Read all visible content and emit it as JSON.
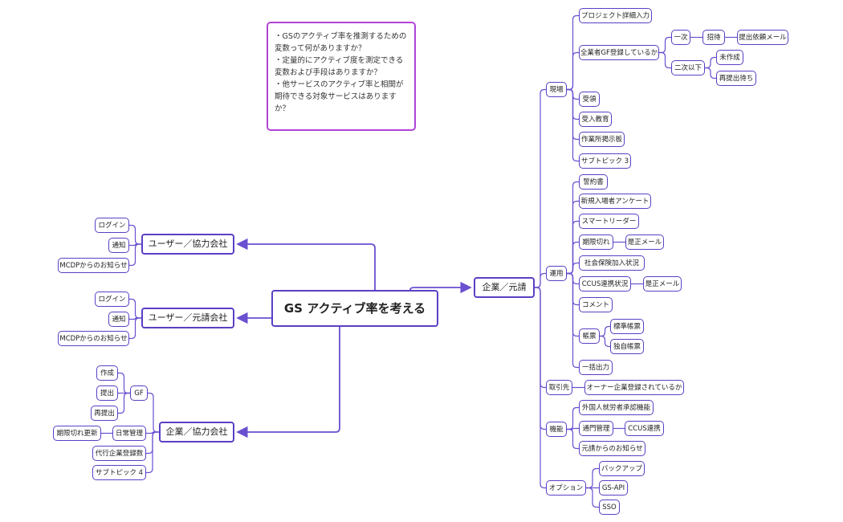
{
  "note": {
    "lines": [
      "・GSのアクティブ率を推測するための変数って何がありますか？",
      "・定量的にアクティブ度を測定できる変数および手段はありますか？",
      "・他サービスのアクティブ率と相関が期待できる対象サービスはありますか？"
    ]
  },
  "central": {
    "label": "GS アクティブ率を考える"
  },
  "left": {
    "user_kyoryoku": {
      "label": "ユーザー／協力会社",
      "children": [
        "ログイン",
        "通知",
        "MCDPからのお知らせ"
      ]
    },
    "user_moto": {
      "label": "ユーザー／元請会社",
      "children": [
        "ログイン",
        "通知",
        "MCDPからのお知らせ"
      ]
    },
    "kigyo_kyoryoku": {
      "label": "企業／協力会社",
      "gf": {
        "label": "GF",
        "children": [
          "作成",
          "提出",
          "再提出"
        ]
      },
      "nichijo": {
        "label": "日常管理",
        "children": [
          "期限切れ更新"
        ]
      },
      "others": [
        "代行企業登録数",
        "サブトピック 4"
      ]
    }
  },
  "right": {
    "label": "企業／元請",
    "genba": {
      "label": "現場",
      "items": [
        "プロジェクト詳細入力",
        "全業者GF登録しているか",
        "受領",
        "受入教育",
        "作業所掲示板",
        "サブトピック 3"
      ],
      "ichiji": {
        "label": "一次",
        "shotai": "招待",
        "mail": "提出依頼メール"
      },
      "niji": {
        "label": "二次以下",
        "children": [
          "未作成",
          "再提出待ち"
        ]
      }
    },
    "unyo": {
      "label": "運用",
      "items": [
        "誓約書",
        "新規入場者アンケート",
        "スマートリーダー",
        "期限切れ",
        "社会保険加入状況",
        "CCUS連携状況",
        "コメント",
        "帳票",
        "一括出力"
      ],
      "kigen_child": "是正メール",
      "ccus_child": "是正メール",
      "chohyo_children": [
        "標準帳票",
        "独自帳票"
      ]
    },
    "torihiki": {
      "label": "取引先",
      "child": "オーナー企業登録されているか"
    },
    "kino": {
      "label": "機能",
      "items": [
        "外国人就労者承認機能",
        "通門管理",
        "元請からのお知らせ"
      ],
      "tsumon_child": "CCUS連携"
    },
    "option": {
      "label": "オプション",
      "children": [
        "バックアップ",
        "GS-API",
        "SSO"
      ]
    }
  },
  "colors": {
    "line": "#6a4fd0",
    "border": "#5b3fc4",
    "note_border": "#b044d6"
  }
}
